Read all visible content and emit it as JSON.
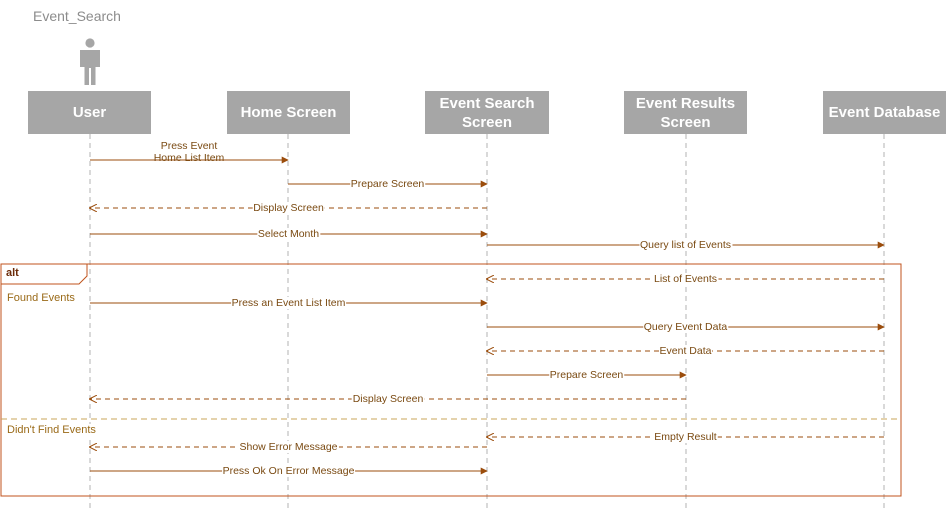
{
  "diagram": {
    "title": "Event_Search"
  },
  "icons": {
    "actor": "person-icon"
  },
  "colors": {
    "header": "#a6a6a6",
    "message": "#9b4d0c",
    "lifeline": "#b3b3b3",
    "frame": "#c0531c",
    "separator": "#c9a45a"
  },
  "lifelines": [
    {
      "id": "user",
      "label": "User"
    },
    {
      "id": "home",
      "label": "Home Screen"
    },
    {
      "id": "search",
      "label": "Event Search Screen"
    },
    {
      "id": "results",
      "label": "Event Results Screen"
    },
    {
      "id": "db",
      "label": "Event Database"
    }
  ],
  "messages": [
    {
      "from": "user",
      "to": "home",
      "label": "Press Event\nHome List Item",
      "kind": "sync"
    },
    {
      "from": "home",
      "to": "search",
      "label": "Prepare Screen",
      "kind": "sync"
    },
    {
      "from": "search",
      "to": "user",
      "label": "Display Screen",
      "kind": "return"
    },
    {
      "from": "user",
      "to": "search",
      "label": "Select Month",
      "kind": "sync"
    },
    {
      "from": "search",
      "to": "db",
      "label": "Query list of Events",
      "kind": "sync"
    },
    {
      "from": "db",
      "to": "search",
      "label": "List of Events",
      "kind": "return"
    },
    {
      "from": "user",
      "to": "search",
      "label": "Press an Event List Item",
      "kind": "sync"
    },
    {
      "from": "search",
      "to": "db",
      "label": "Query Event Data",
      "kind": "sync"
    },
    {
      "from": "db",
      "to": "search",
      "label": "Event Data",
      "kind": "return"
    },
    {
      "from": "search",
      "to": "results",
      "label": "Prepare Screen",
      "kind": "sync"
    },
    {
      "from": "results",
      "to": "user",
      "label": "Display Screen",
      "kind": "return"
    },
    {
      "from": "db",
      "to": "search",
      "label": "Empty Result",
      "kind": "return"
    },
    {
      "from": "search",
      "to": "user",
      "label": "Show Error Message",
      "kind": "return"
    },
    {
      "from": "user",
      "to": "search",
      "label": "Press Ok On Error Message",
      "kind": "sync"
    }
  ],
  "fragment": {
    "operator": "alt",
    "operands": [
      {
        "guard": "Found Events"
      },
      {
        "guard": "Didn't Find Events"
      }
    ]
  }
}
